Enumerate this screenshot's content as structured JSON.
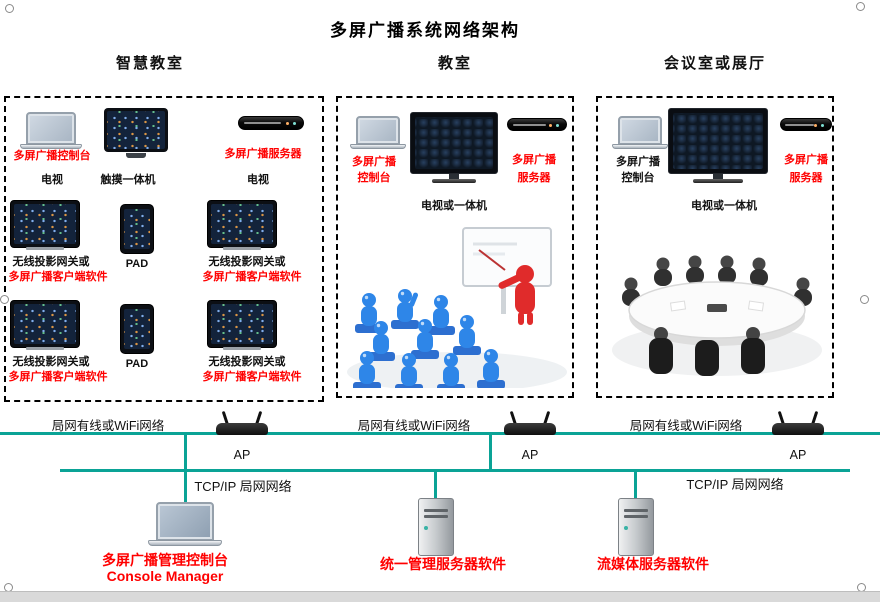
{
  "title": "多屏广播系统网络架构",
  "smart": {
    "header": "智慧教室",
    "console_label": "多屏广播控制台",
    "tv_label": "电视",
    "touch_label": "触摸一体机",
    "server_label": "多屏广播服务器",
    "tv_label2": "电视",
    "gateway_label": "无线投影网关或",
    "client_label": "多屏广播客户端软件",
    "pad_label": "PAD"
  },
  "classroom": {
    "header": "教室",
    "console_line1": "多屏广播",
    "console_line2": "控制台",
    "tv_label": "电视或一体机",
    "server_line1": "多屏广播",
    "server_line2": "服务器"
  },
  "meeting": {
    "header": "会议室或展厅",
    "console_line1": "多屏广播",
    "console_line2": "控制台",
    "tv_label": "电视或一体机",
    "server_line1": "多屏广播",
    "server_line2": "服务器"
  },
  "network": {
    "lan_label": "局网有线或WiFi网络",
    "ap_label": "AP",
    "tcpip_label": "TCP/IP 局网网络"
  },
  "servers": {
    "console_label": "多屏广播管理控制台",
    "console_sub": "Console Manager",
    "unified_label": "统一管理服务器软件",
    "media_label": "流媒体服务器软件"
  },
  "colors": {
    "red": "#FF0000",
    "teal": "#0AA396"
  }
}
